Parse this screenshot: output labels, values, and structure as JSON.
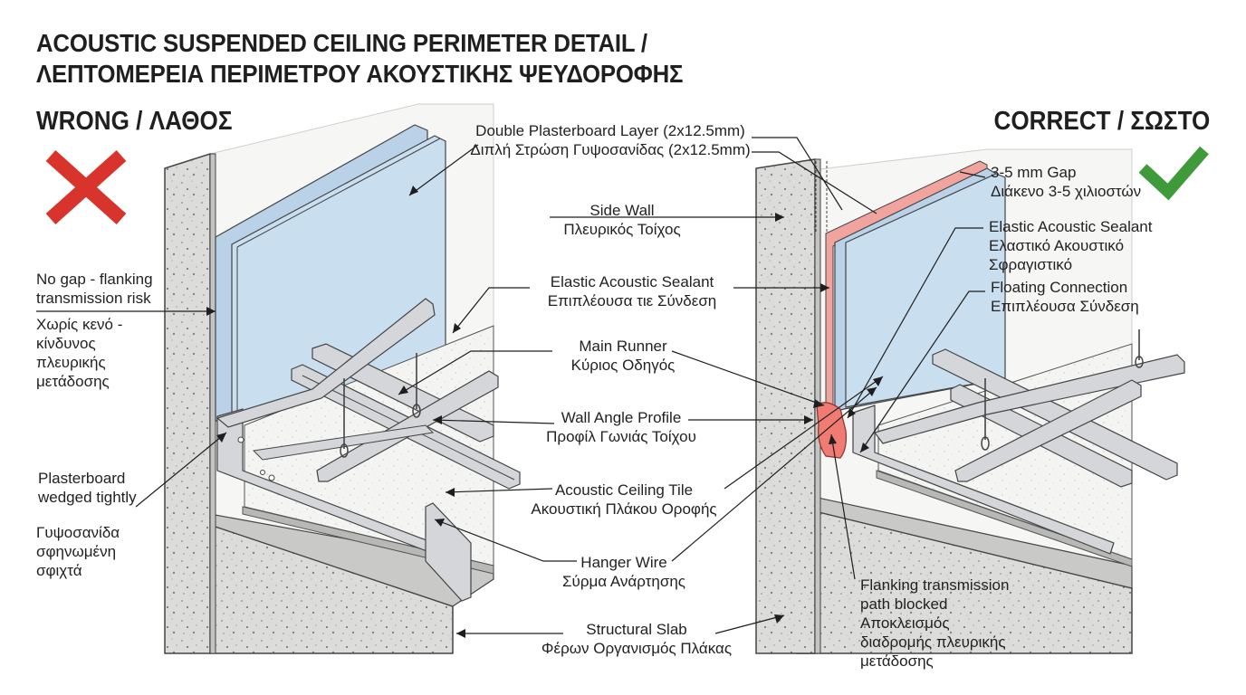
{
  "title": {
    "line1": "ACOUSTIC SUSPENDED CEILING PERIMETER DETAIL /",
    "line2": "ΛΕΠΤΟΜΕΡΕΙΑ ΠΕΡΙΜΕΤΡΟΥ ΑΚΟΥΣΤΙΚΗΣ ΨΕΥΔΟΡΟΦΗΣ"
  },
  "wrong": {
    "heading": "WRONG / ΛΑΘΟΣ",
    "icon": "cross-icon",
    "color": "#d9342b",
    "no_gap": [
      "No gap - flanking",
      "transmission risk"
    ],
    "no_gap_gr": [
      "Χωρίς κενό -",
      "κίνδυνος",
      "πλευρικής",
      "μετάδοσης"
    ],
    "wedged": [
      "Plasterboard",
      "wedged tightly"
    ],
    "wedged_gr": [
      "Γυψοσανίδα",
      "σφηνωμένη",
      "σφιχτά"
    ]
  },
  "correct": {
    "heading": "CORRECT / ΣΩΣΤΟ",
    "icon": "check-icon",
    "color": "#3f9a3a",
    "gap": [
      "3-5 mm Gap",
      "Διάκενο 3-5 χιλιοστών"
    ],
    "sealant": [
      "Elastic Acoustic Sealant",
      "Ελαστικό Ακουστικό",
      "Σφραγιστικό"
    ],
    "floating": [
      "Floating Connection",
      "Επιπλέουσα Σύνδεση"
    ],
    "flanking": [
      "Flanking transmission",
      "path blocked",
      "Αποκλεισμός",
      "διαδρομής πλευρικής",
      "μετάδοσης"
    ]
  },
  "center": {
    "double_board": [
      "Double Plasterboard Layer (2x12.5mm)",
      "Διπλή Στρώση Γυψοσανίδας (2x12.5mm)"
    ],
    "side_wall": [
      "Side Wall",
      "Πλευρικός Τοίχος"
    ],
    "sealant": [
      "Elastic Acoustic Sealant",
      "Επιπλέουσα τιε Σύνδεση"
    ],
    "main_runner": [
      "Main Runner",
      "Κύριος Οδηγός"
    ],
    "wall_angle": [
      "Wall Angle Profile",
      "Προφίλ Γωνιάς Τοίχου"
    ],
    "tile": [
      "Acoustic Ceiling Tile",
      "Ακουστική Πλάκου Οροφής"
    ],
    "hanger": [
      "Hanger Wire",
      "Σύρμα Ανάρτησης"
    ],
    "slab": [
      "Structural Slab",
      "Φέρων Οργανισμός Πλάκας"
    ]
  },
  "colors": {
    "concrete": "#dededc",
    "board": "#c9dff0",
    "sealant": "#ef7b73",
    "gap_stripe": "#f0a49d",
    "metal": "#d4d6d9"
  }
}
